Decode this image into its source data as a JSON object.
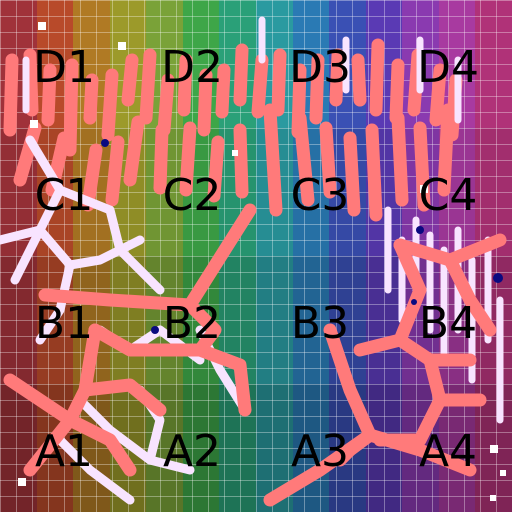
{
  "board": {
    "rows": [
      {
        "row": "D",
        "cells": [
          "D1",
          "D2",
          "D3",
          "D4"
        ]
      },
      {
        "row": "C",
        "cells": [
          "C1",
          "C2",
          "C3",
          "C4"
        ]
      },
      {
        "row": "B",
        "cells": [
          "B1",
          "B2",
          "B3",
          "B4"
        ]
      },
      {
        "row": "A",
        "cells": [
          "A1",
          "A2",
          "A3",
          "A4"
        ]
      }
    ]
  },
  "colors": {
    "background_hues": [
      "#a0323a",
      "#b84a2a",
      "#b07a24",
      "#9c9a2a",
      "#7aa238",
      "#3ea648",
      "#2aa078",
      "#2a9aa0",
      "#2a7ab4",
      "#3a50b4",
      "#5a3ab4",
      "#8a3ab0",
      "#a83aa0",
      "#b03278"
    ],
    "stroke_salmon": "#ff7a7a",
    "stroke_white": "#f8e4ff",
    "dots": "#0a0a80",
    "label_text": "#000000"
  }
}
